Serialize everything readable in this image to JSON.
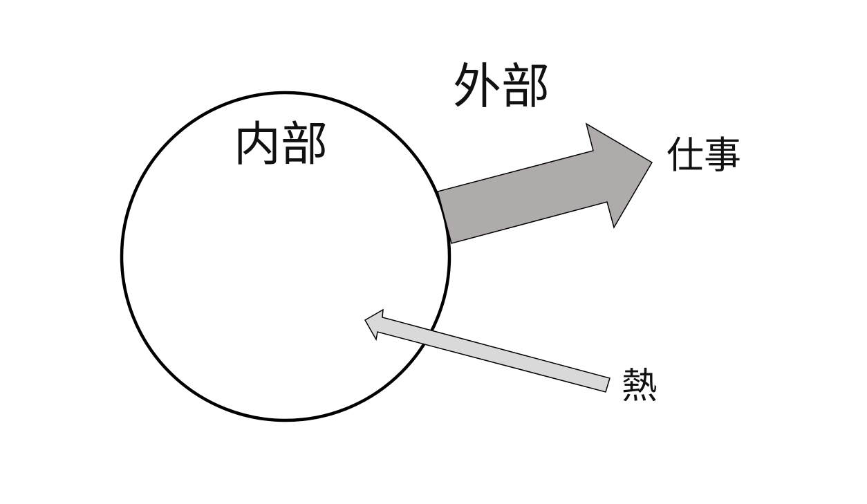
{
  "labels": {
    "outside": "外部",
    "inside": "内部",
    "work": "仕事",
    "heat": "熱"
  },
  "colors": {
    "work_arrow": "#b0abab",
    "heat_arrow": "#d9d9d9",
    "outline": "#000000"
  }
}
